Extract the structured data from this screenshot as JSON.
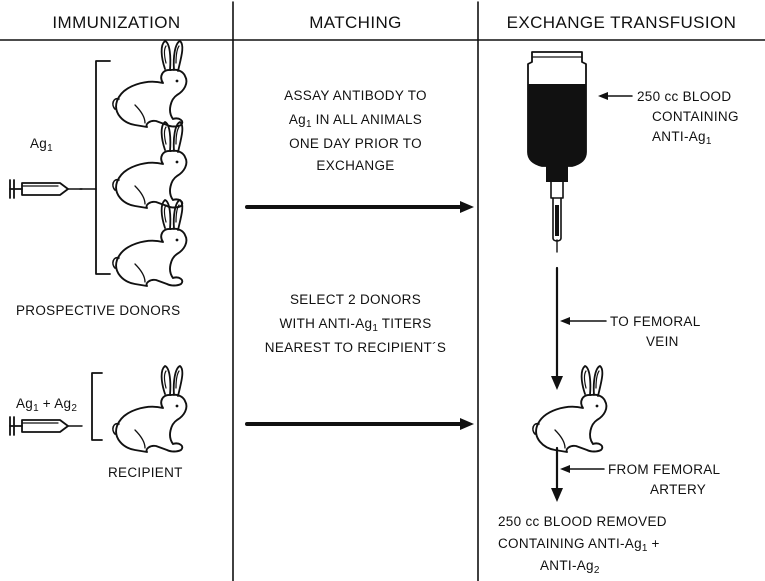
{
  "columns": {
    "immunization": "IMMUNIZATION",
    "matching": "MATCHING",
    "exchange": "EXCHANGE TRANSFUSION"
  },
  "immunization": {
    "donor_antigen": {
      "text": "Ag",
      "sub": "1"
    },
    "recipient_antigen": {
      "a": "Ag",
      "a_sub": "1",
      "plus": " + ",
      "b": "Ag",
      "b_sub": "2"
    },
    "donors_label": "PROSPECTIVE DONORS",
    "recipient_label": "RECIPIENT"
  },
  "matching": {
    "assay": {
      "line1": "ASSAY ANTIBODY TO",
      "line2_pre": "Ag",
      "line2_sub": "1",
      "line2_post": " IN ALL ANIMALS",
      "line3": "ONE DAY PRIOR TO",
      "line4": "EXCHANGE"
    },
    "select": {
      "line1": "SELECT 2 DONORS",
      "line2_pre": "WITH ANTI-Ag",
      "line2_sub": "1",
      "line2_post": " TITERS",
      "line3": "NEAREST TO RECIPIENT´S"
    }
  },
  "exchange": {
    "blood_bottle": {
      "line1": "250 cc BLOOD",
      "line2": "CONTAINING",
      "line3_pre": "ANTI-Ag",
      "line3_sub": "1"
    },
    "femoral_vein": {
      "line1": "TO FEMORAL",
      "line2": "VEIN"
    },
    "femoral_artery": {
      "line1": "FROM FEMORAL",
      "line2": "ARTERY"
    },
    "removed": {
      "line1": "250 cc BLOOD REMOVED",
      "line2_pre": "CONTAINING ANTI-Ag",
      "line2_sub": "1",
      "line2_post": " +",
      "line3_pre": "ANTI-Ag",
      "line3_sub": "2"
    }
  }
}
